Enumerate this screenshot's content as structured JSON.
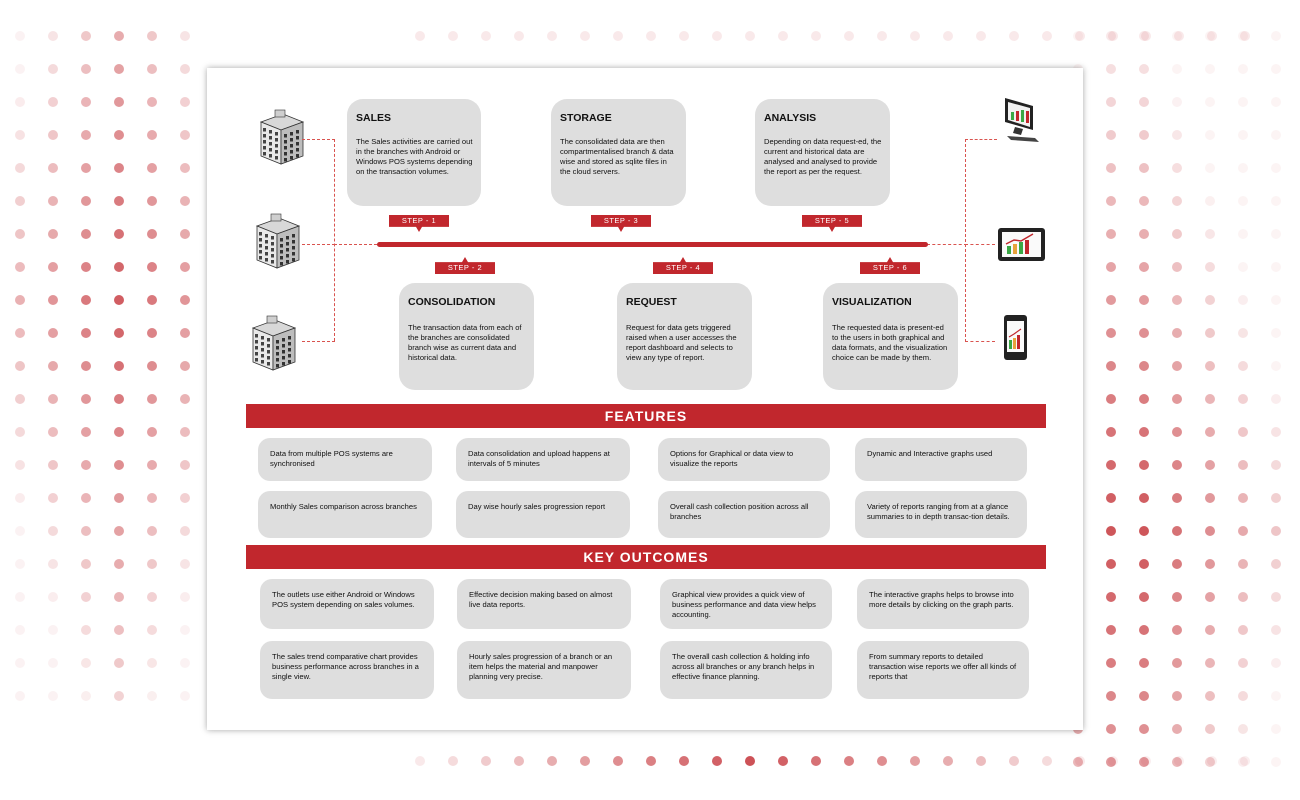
{
  "steps": [
    {
      "title": "SALES",
      "text": "The Sales activities are carried out in the branches with Android or Windows  POS systems depending on the transaction volumes.",
      "label": "STEP - 1"
    },
    {
      "title": "CONSOLIDATION",
      "text": "The transaction data from each of the branches are consolidated branch wise as current data and historical data.",
      "label": "STEP - 2"
    },
    {
      "title": "STORAGE",
      "text": "The consolidated data are then compartmentalised branch & data wise and stored as sqlite files in the cloud servers.",
      "label": "STEP - 3"
    },
    {
      "title": "REQUEST",
      "text": "Request for data gets triggered raised when a user accesses the report dashboard and selects to view any type of report.",
      "label": "STEP - 4"
    },
    {
      "title": "ANALYSIS",
      "text": "Depending on  data request-ed, the current and historical data  are analysed and analysed to provide the report as per the request.",
      "label": "STEP - 5"
    },
    {
      "title": "VISUALIZATION",
      "text": "The requested data is present-ed to the users in  both graphical and data formats, and the visualization choice can be made by them.",
      "label": "STEP - 6"
    }
  ],
  "features": {
    "title": "FEATURES",
    "items": [
      "Data from  multiple POS systems are synchronised",
      "Data  consolidation and  upload happens at intervals of 5 minutes",
      "Options for Graphical or data view to visualize the reports",
      "Dynamic and Interactive graphs used",
      "Monthly Sales comparison across branches",
      "Day wise hourly sales progression report",
      "Overall cash collection position across all branches",
      "Variety of reports ranging from at a glance summaries to in depth transac-tion details."
    ]
  },
  "outcomes": {
    "title": "KEY OUTCOMES",
    "items": [
      "The outlets use either Android or Windows POS system depending on sales volumes.",
      "Effective decision making based on almost live data reports.",
      "Graphical view provides a quick view of business performance and data view helps accounting.",
      "The interactive graphs  helps to browse into more details by clicking on the graph parts.",
      "The sales trend comparative chart provides business performance across branches in a single view.",
      "Hourly sales progression of a branch or an item helps the material and manpower planning very precise.",
      "The overall cash collection &  holding info across all branches or any branch helps in effective finance planning.",
      "From summary reports to detailed transaction wise reports we offer all kinds of reports that"
    ]
  },
  "icons": {
    "branches": [
      "building-icon",
      "building-icon",
      "building-icon"
    ],
    "devices": [
      "desktop-monitor-icon",
      "tablet-icon",
      "smartphone-icon"
    ]
  },
  "colors": {
    "accent": "#c1272d",
    "box": "#dedede",
    "dots": "#e8b4b6"
  }
}
